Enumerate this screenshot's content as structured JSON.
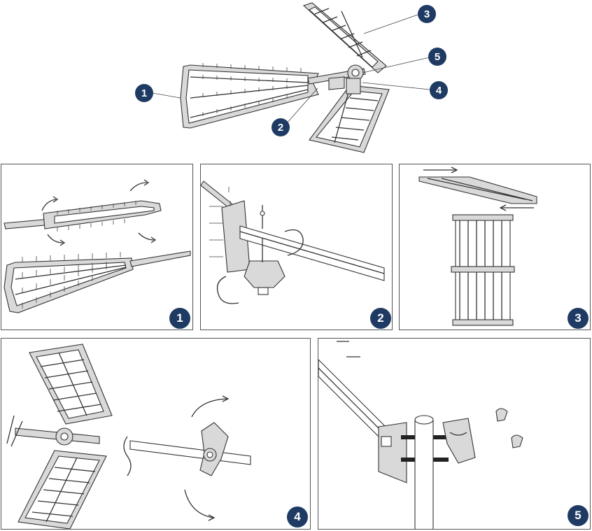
{
  "callouts": {
    "c1": "1",
    "c2": "2",
    "c3": "3",
    "c4": "4",
    "c5": "5"
  },
  "steps": {
    "s1": "1",
    "s2": "2",
    "s3": "3",
    "s4": "4",
    "s5": "5"
  },
  "colors": {
    "badge": "#1f3b63",
    "line": "#333333",
    "panel_border": "#555555"
  }
}
